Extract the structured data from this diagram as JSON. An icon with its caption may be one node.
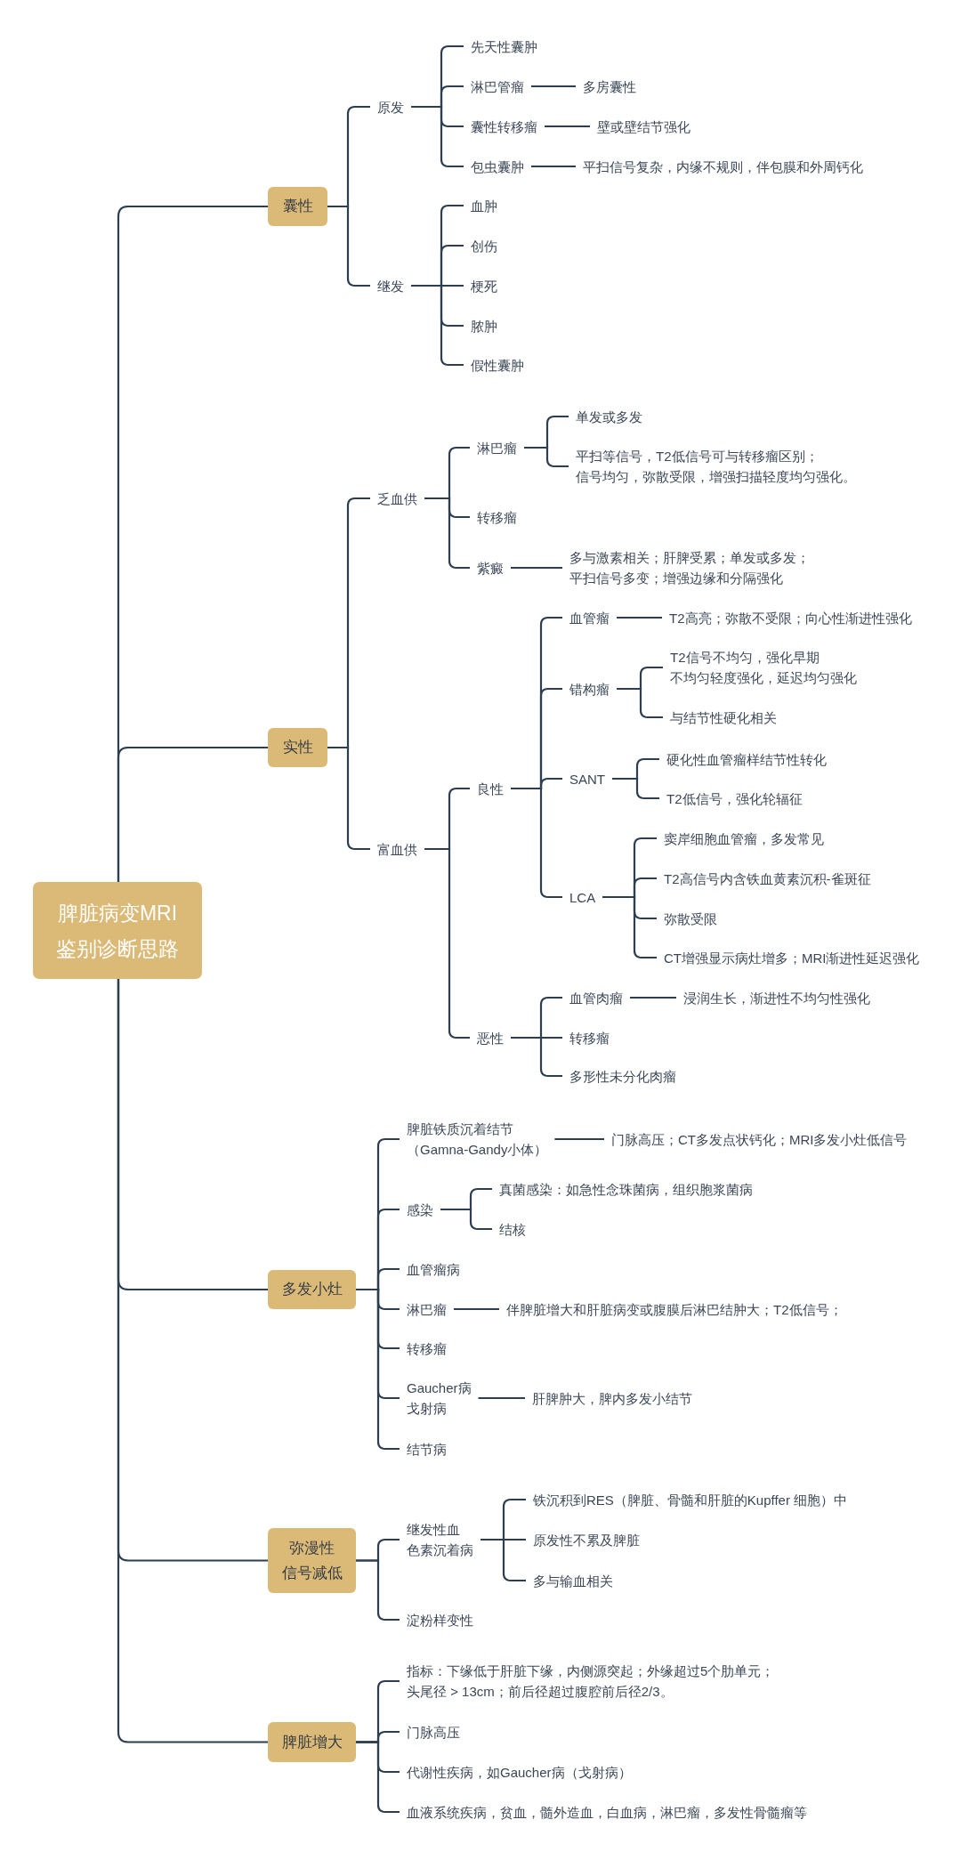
{
  "diagram": {
    "nodes": [
      {
        "text": [
          "脾脏病变MRI鉴别诊断思路"
        ]
      },
      {
        "text": [
          "囊性"
        ]
      },
      {
        "text": [
          "原发"
        ]
      },
      {
        "text": [
          "先天性囊肿"
        ]
      },
      {
        "text": [
          "淋巴管瘤"
        ]
      },
      {
        "text": [
          "多房囊性"
        ]
      },
      {
        "text": [
          "囊性转移瘤"
        ]
      },
      {
        "text": [
          "壁或壁结节强化"
        ]
      },
      {
        "text": [
          "包虫囊肿"
        ]
      },
      {
        "text": [
          "平扫信号复杂，内缘不规则，伴包膜和外周钙化"
        ]
      },
      {
        "text": [
          "继发"
        ]
      },
      {
        "text": [
          "血肿"
        ]
      },
      {
        "text": [
          "创伤"
        ]
      },
      {
        "text": [
          "梗死"
        ]
      },
      {
        "text": [
          "脓肿"
        ]
      },
      {
        "text": [
          "假性囊肿"
        ]
      },
      {
        "text": [
          "实性"
        ]
      },
      {
        "text": [
          "乏血供"
        ]
      },
      {
        "text": [
          "淋巴瘤"
        ]
      },
      {
        "text": [
          "单发或多发"
        ]
      },
      {
        "text": [
          "平扫等信号，T2低信号可与转移瘤区别；信号均匀，弥散受限，增强扫描轻度均匀强化。"
        ]
      },
      {
        "text": [
          "转移瘤"
        ]
      },
      {
        "text": [
          "紫癜"
        ]
      },
      {
        "text": [
          "多与激素相关；肝脾受累；单发或多发；平扫信号多变；增强边缘和分隔强化"
        ]
      },
      {
        "text": [
          "富血供"
        ]
      },
      {
        "text": [
          "良性"
        ]
      },
      {
        "text": [
          "血管瘤"
        ]
      },
      {
        "text": [
          "T2高亮；弥散不受限；向心性渐进性强化"
        ]
      },
      {
        "text": [
          "错构瘤"
        ]
      },
      {
        "text": [
          "T2信号不均匀，强化早期不均匀轻度强化，延迟均匀强化"
        ]
      },
      {
        "text": [
          "与结节性硬化相关"
        ]
      },
      {
        "text": [
          "SANT"
        ]
      },
      {
        "text": [
          "硬化性血管瘤样结节性转化"
        ]
      },
      {
        "text": [
          "T2低信号，强化轮辐征"
        ]
      },
      {
        "text": [
          "LCA"
        ]
      },
      {
        "text": [
          "窦岸细胞血管瘤，多发常见"
        ]
      },
      {
        "text": [
          "T2高信号内含铁血黄素沉积-雀斑征"
        ]
      },
      {
        "text": [
          "弥散受限"
        ]
      },
      {
        "text": [
          "CT增强显示病灶增多；MRI渐进性延迟强化"
        ]
      },
      {
        "text": [
          "恶性"
        ]
      },
      {
        "text": [
          "血管肉瘤"
        ]
      },
      {
        "text": [
          "浸润生长，渐进性不均匀性强化"
        ]
      },
      {
        "text": [
          "转移瘤"
        ]
      },
      {
        "text": [
          "多形性未分化肉瘤"
        ]
      },
      {
        "text": [
          "多发小灶"
        ]
      },
      {
        "text": [
          "脾脏铁质沉着结节（Gamna-Gandy小体）"
        ]
      },
      {
        "text": [
          "门脉高压；CT多发点状钙化；MRI多发小灶低信号"
        ]
      },
      {
        "text": [
          "感染"
        ]
      },
      {
        "text": [
          "真菌感染：如急性念珠菌病，组织胞浆菌病"
        ]
      },
      {
        "text": [
          "结核"
        ]
      },
      {
        "text": [
          "血管瘤病"
        ]
      },
      {
        "text": [
          "淋巴瘤"
        ]
      },
      {
        "text": [
          "伴脾脏增大和肝脏病变或腹膜后淋巴结肿大；T2低信号；"
        ]
      },
      {
        "text": [
          "转移瘤"
        ]
      },
      {
        "text": [
          "Gaucher病",
          "戈射病"
        ]
      },
      {
        "text": [
          "肝脾肿大，脾内多发小结节"
        ]
      },
      {
        "text": [
          "结节病"
        ]
      },
      {
        "text": [
          "弥漫性信号减低"
        ]
      },
      {
        "text": [
          "继发性血色素沉着病"
        ]
      },
      {
        "text": [
          "铁沉积到RES（脾脏、骨髓和肝脏的Kupffer 细胞）中"
        ]
      },
      {
        "text": [
          "原发性不累及脾脏"
        ]
      },
      {
        "text": [
          "多与输血相关"
        ]
      },
      {
        "text": [
          "淀粉样变性"
        ]
      },
      {
        "text": [
          "脾脏增大"
        ]
      },
      {
        "text": [
          "指标：下缘低于肝脏下缘，内侧源突起；外缘超过5个肋单元；头尾径 > 13cm；前后径超过腹腔前后径2/3。"
        ]
      },
      {
        "text": [
          "门脉高压"
        ]
      },
      {
        "text": [
          "代谢性疾病，如Gaucher病（戈射病）"
        ]
      },
      {
        "text": [
          "血液系统疾病，贫血，髓外造血，白血病，淋巴瘤，多发性骨髓瘤等"
        ]
      }
    ],
    "edges": [
      {
        "from": 0,
        "to": 1,
        "arrow": "none"
      },
      {
        "from": 0,
        "to": 16,
        "arrow": "none"
      },
      {
        "from": 0,
        "to": 44,
        "arrow": "none"
      },
      {
        "from": 0,
        "to": 57,
        "arrow": "none"
      },
      {
        "from": 0,
        "to": 63,
        "arrow": "none"
      },
      {
        "from": 1,
        "to": 2,
        "arrow": "none"
      },
      {
        "from": 1,
        "to": 10,
        "arrow": "none"
      },
      {
        "from": 2,
        "to": 3,
        "arrow": "none"
      },
      {
        "from": 2,
        "to": 4,
        "arrow": "none"
      },
      {
        "from": 2,
        "to": 6,
        "arrow": "none"
      },
      {
        "from": 2,
        "to": 8,
        "arrow": "none"
      },
      {
        "from": 4,
        "to": 5,
        "arrow": "none"
      },
      {
        "from": 6,
        "to": 7,
        "arrow": "none"
      },
      {
        "from": 8,
        "to": 9,
        "arrow": "none"
      },
      {
        "from": 10,
        "to": 11,
        "arrow": "none"
      },
      {
        "from": 10,
        "to": 12,
        "arrow": "none"
      },
      {
        "from": 10,
        "to": 13,
        "arrow": "none"
      },
      {
        "from": 10,
        "to": 14,
        "arrow": "none"
      },
      {
        "from": 10,
        "to": 15,
        "arrow": "none"
      },
      {
        "from": 16,
        "to": 17,
        "arrow": "none"
      },
      {
        "from": 16,
        "to": 24,
        "arrow": "none"
      },
      {
        "from": 17,
        "to": 18,
        "arrow": "none"
      },
      {
        "from": 17,
        "to": 21,
        "arrow": "none"
      },
      {
        "from": 17,
        "to": 22,
        "arrow": "none"
      },
      {
        "from": 18,
        "to": 19,
        "arrow": "none"
      },
      {
        "from": 18,
        "to": 20,
        "arrow": "none"
      },
      {
        "from": 22,
        "to": 23,
        "arrow": "none"
      },
      {
        "from": 24,
        "to": 25,
        "arrow": "none"
      },
      {
        "from": 24,
        "to": 39,
        "arrow": "none"
      },
      {
        "from": 25,
        "to": 26,
        "arrow": "none"
      },
      {
        "from": 25,
        "to": 28,
        "arrow": "none"
      },
      {
        "from": 25,
        "to": 31,
        "arrow": "none"
      },
      {
        "from": 25,
        "to": 34,
        "arrow": "none"
      },
      {
        "from": 26,
        "to": 27,
        "arrow": "none"
      },
      {
        "from": 28,
        "to": 29,
        "arrow": "none"
      },
      {
        "from": 28,
        "to": 30,
        "arrow": "none"
      },
      {
        "from": 31,
        "to": 32,
        "arrow": "none"
      },
      {
        "from": 31,
        "to": 33,
        "arrow": "none"
      },
      {
        "from": 34,
        "to": 35,
        "arrow": "none"
      },
      {
        "from": 34,
        "to": 36,
        "arrow": "none"
      },
      {
        "from": 34,
        "to": 37,
        "arrow": "none"
      },
      {
        "from": 34,
        "to": 38,
        "arrow": "none"
      },
      {
        "from": 39,
        "to": 40,
        "arrow": "none"
      },
      {
        "from": 39,
        "to": 42,
        "arrow": "none"
      },
      {
        "from": 39,
        "to": 43,
        "arrow": "none"
      },
      {
        "from": 40,
        "to": 41,
        "arrow": "none"
      },
      {
        "from": 44,
        "to": 45,
        "arrow": "none"
      },
      {
        "from": 44,
        "to": 47,
        "arrow": "none"
      },
      {
        "from": 44,
        "to": 50,
        "arrow": "none"
      },
      {
        "from": 44,
        "to": 51,
        "arrow": "none"
      },
      {
        "from": 44,
        "to": 53,
        "arrow": "none"
      },
      {
        "from": 44,
        "to": 54,
        "arrow": "none"
      },
      {
        "from": 44,
        "to": 56,
        "arrow": "none"
      },
      {
        "from": 45,
        "to": 46,
        "arrow": "none"
      },
      {
        "from": 47,
        "to": 48,
        "arrow": "none"
      },
      {
        "from": 47,
        "to": 49,
        "arrow": "none"
      },
      {
        "from": 51,
        "to": 52,
        "arrow": "none"
      },
      {
        "from": 54,
        "to": 55,
        "arrow": "none"
      },
      {
        "from": 57,
        "to": 58,
        "arrow": "none"
      },
      {
        "from": 57,
        "to": 62,
        "arrow": "none"
      },
      {
        "from": 58,
        "to": 59,
        "arrow": "none"
      },
      {
        "from": 58,
        "to": 60,
        "arrow": "none"
      },
      {
        "from": 58,
        "to": 61,
        "arrow": "none"
      },
      {
        "from": 63,
        "to": 64,
        "arrow": "none"
      },
      {
        "from": 63,
        "to": 65,
        "arrow": "none"
      },
      {
        "from": 63,
        "to": 66,
        "arrow": "none"
      },
      {
        "from": 63,
        "to": 67,
        "arrow": "none"
      }
    ]
  }
}
